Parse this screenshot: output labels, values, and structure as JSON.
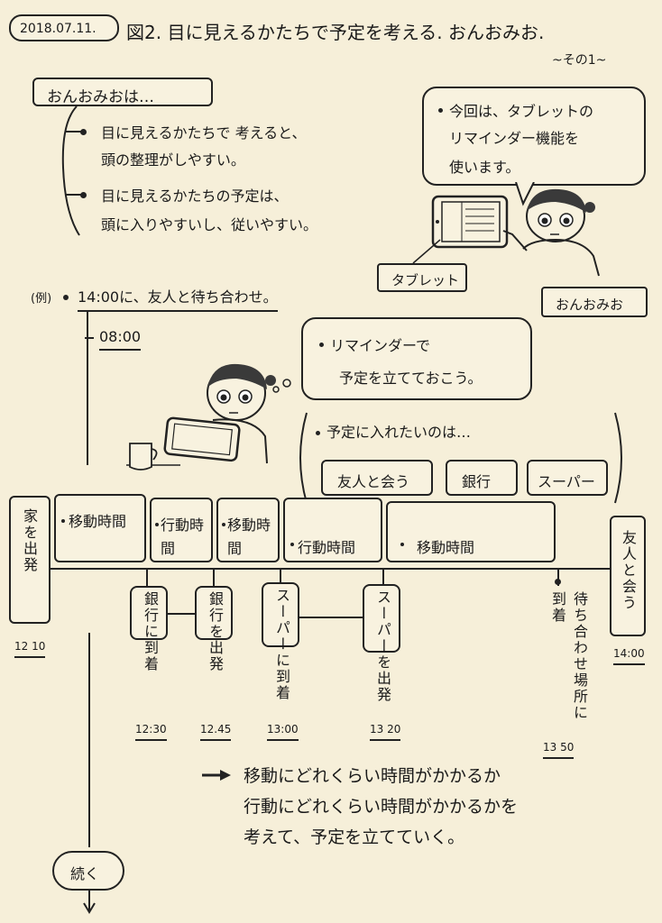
{
  "header": {
    "date": "2018.07.11.",
    "title": "図2. 目に見えるかたちで予定を考える. おんおみお.",
    "subtitle": "~その1~"
  },
  "intro": {
    "label": "おんおみおは…",
    "point1": [
      "目に見えるかたちで 考えると、",
      "頭の整理がしやすい。"
    ],
    "point2": [
      "目に見えるかたちの予定は、",
      "頭に入りやすいし、従いやすい。"
    ]
  },
  "tablet_bubble": [
    "今回は、タブレットの",
    "リマインダー機能を",
    "使います。"
  ],
  "tablet_label": "タブレット",
  "person_label": "おんおみお",
  "example": {
    "prefix": "(例)",
    "text": "14:00に、友人と待ち合わせ。",
    "start_time": "08:00"
  },
  "reminder_bubble": [
    "リマインダーで",
    "予定を立てておこう。"
  ],
  "wants": {
    "label": "予定に入れたいのは…",
    "items": [
      "友人と会う",
      "銀行",
      "スーパー"
    ]
  },
  "timeline": {
    "start": {
      "label": "家を出発",
      "time": "12 10"
    },
    "end": {
      "label": "友人と会う",
      "time": "14:00"
    },
    "segments": [
      "移動時間",
      "行動時間",
      "移動時間",
      "行動時間",
      "移動時間"
    ],
    "events": [
      {
        "label": "銀行に到着",
        "time": "12:30"
      },
      {
        "label": "銀行を出発",
        "time": "12.45"
      },
      {
        "label": "スーパーに到着",
        "time": "13:00"
      },
      {
        "label": "スーパーを出発",
        "time": "13 20"
      },
      {
        "label": "待ち合わせ場所に到着",
        "time": "13 50"
      }
    ]
  },
  "conclusion": [
    "移動にどれくらい時間がかかるか",
    "行動にどれくらい時間がかかるかを",
    "考えて、予定を立てていく。"
  ],
  "continue": "続く"
}
